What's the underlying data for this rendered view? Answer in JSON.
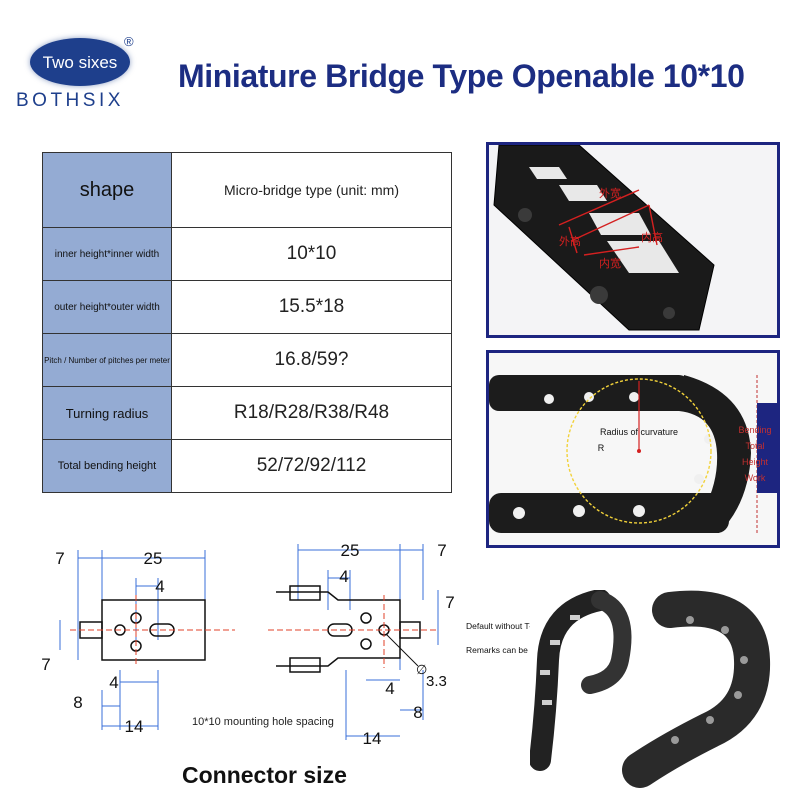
{
  "brand": {
    "oval_text": "Two sixes",
    "registered_mark": "®",
    "name": "BOTHSIX",
    "color": "#1e3f8c"
  },
  "title": "Miniature Bridge Type Openable 10*10",
  "spec_table": {
    "header": {
      "label": "shape",
      "value": "Micro-bridge type (unit: mm)"
    },
    "rows": [
      {
        "label": "inner height*inner width",
        "value": "10*10"
      },
      {
        "label": "outer height*outer width",
        "value": "15.5*18"
      },
      {
        "label": "Pitch / Number of pitches per meter",
        "value": "16.8/59?"
      },
      {
        "label": "Turning radius",
        "value": "R18/R28/R38/R48"
      },
      {
        "label": "Total bending height",
        "value": "52/72/92/112"
      }
    ],
    "label_bg": "#94abd3"
  },
  "photo_top": {
    "labels": [
      "外宽",
      "外高",
      "内高",
      "内宽"
    ]
  },
  "photo_bend": {
    "radius_label": "Radius of curvature",
    "radius_symbol": "R",
    "height_label": [
      "Bending",
      "Total",
      "Height",
      "Work"
    ]
  },
  "drawing_left": {
    "dims": {
      "d7_top": "7",
      "d25": "25",
      "d4_top": "4",
      "d7_side": "7",
      "d4_bottom": "4",
      "d8": "8",
      "d14": "14"
    },
    "caption": "10*10 mounting hole spacing"
  },
  "drawing_right": {
    "dims": {
      "d25": "25",
      "d7_top": "7",
      "d4_top": "4",
      "d7_side": "7",
      "d_hole": "3.3",
      "d4_bottom": "4",
      "d8": "8",
      "d14": "14"
    },
    "hole_symbol": "∅"
  },
  "notes": {
    "line1": "Default without T-angle",
    "line2": "Remarks can be added"
  },
  "connector_caption": "Connector size",
  "colors": {
    "title": "#1c2d82",
    "panel_border": "#1d2580",
    "dimension": "#3a6fd8",
    "centerline": "#e0402a"
  }
}
